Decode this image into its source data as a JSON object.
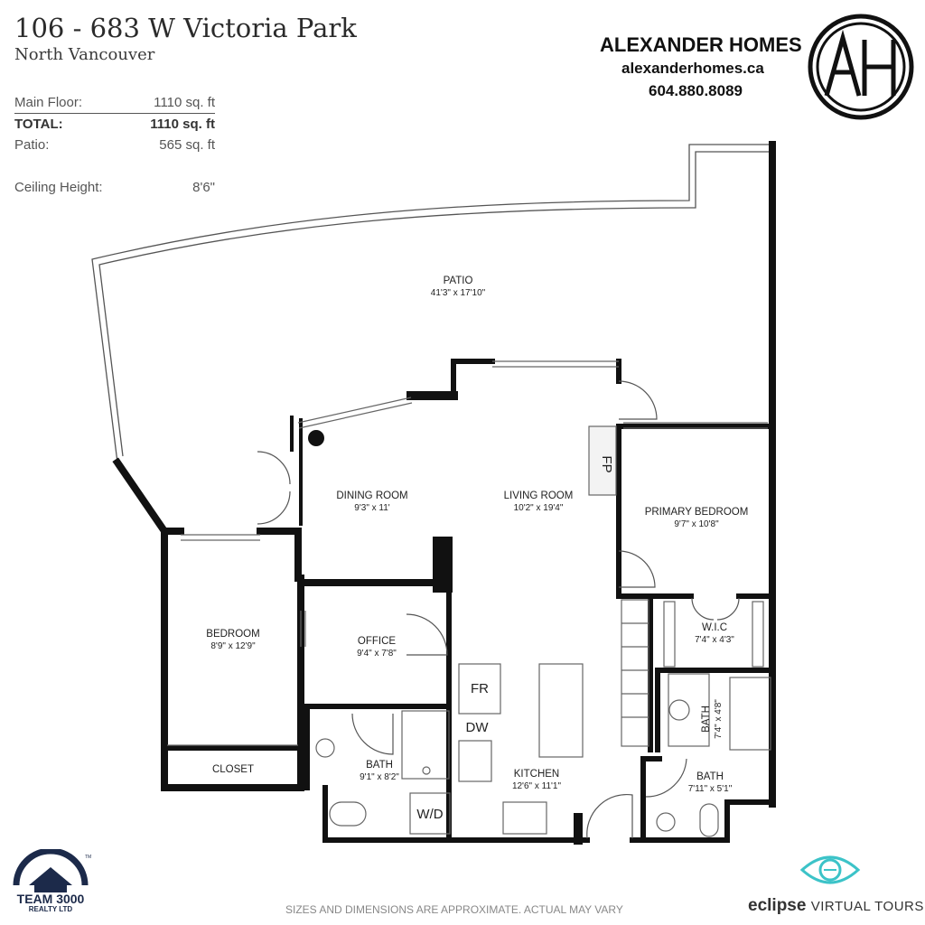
{
  "header": {
    "address": "106 - 683 W Victoria Park",
    "city": "North Vancouver"
  },
  "areas": [
    {
      "label": "Main Floor:",
      "value": "1110 sq. ft"
    },
    {
      "label": "TOTAL:",
      "value": "1110 sq. ft"
    },
    {
      "label": "Patio:",
      "value": "565 sq. ft"
    },
    {
      "label": "Ceiling Height:",
      "value": "8'6\""
    }
  ],
  "brand": {
    "name": "ALEXANDER HOMES",
    "website": "alexanderhomes.ca",
    "phone": "604.880.8089",
    "logo_letters": "AH"
  },
  "rooms": {
    "patio": {
      "name": "PATIO",
      "dims": "41'3\" x 17'10\""
    },
    "dining": {
      "name": "DINING ROOM",
      "dims": "9'3\" x 11'"
    },
    "living": {
      "name": "LIVING ROOM",
      "dims": "10'2\" x 19'4\""
    },
    "primary": {
      "name": "PRIMARY BEDROOM",
      "dims": "9'7\" x 10'8\""
    },
    "bedroom": {
      "name": "BEDROOM",
      "dims": "8'9\" x 12'9\""
    },
    "office": {
      "name": "OFFICE",
      "dims": "9'4\" x 7'8\""
    },
    "wic": {
      "name": "W.I.C",
      "dims": "7'4\" x 4'3\""
    },
    "bath_main": {
      "name": "BATH",
      "dims": "9'1\" x 8'2\""
    },
    "bath_ensuite": {
      "name": "BATH",
      "dims": "7'4\" x 4'8\""
    },
    "bath_small": {
      "name": "BATH",
      "dims": "7'11\" x 5'1\""
    },
    "kitchen": {
      "name": "KITCHEN",
      "dims": "12'6\" x 11'1\""
    },
    "closet": {
      "name": "CLOSET"
    }
  },
  "fixtures": {
    "fp": "FP",
    "fr": "FR",
    "dw": "DW",
    "wd": "W/D"
  },
  "footer": {
    "team_logo_text": "TEAM 3000",
    "team_logo_sub": "REALTY LTD",
    "team_logo_tm": "TM",
    "disclaimer": "SIZES AND DIMENSIONS ARE APPROXIMATE. ACTUAL MAY VARY",
    "eclipse_bold": "eclipse",
    "eclipse_rest": "VIRTUAL TOURS"
  },
  "colors": {
    "wall": "#111111",
    "eclipse_teal": "#3cc3c8",
    "team_navy": "#1c2a4a"
  }
}
